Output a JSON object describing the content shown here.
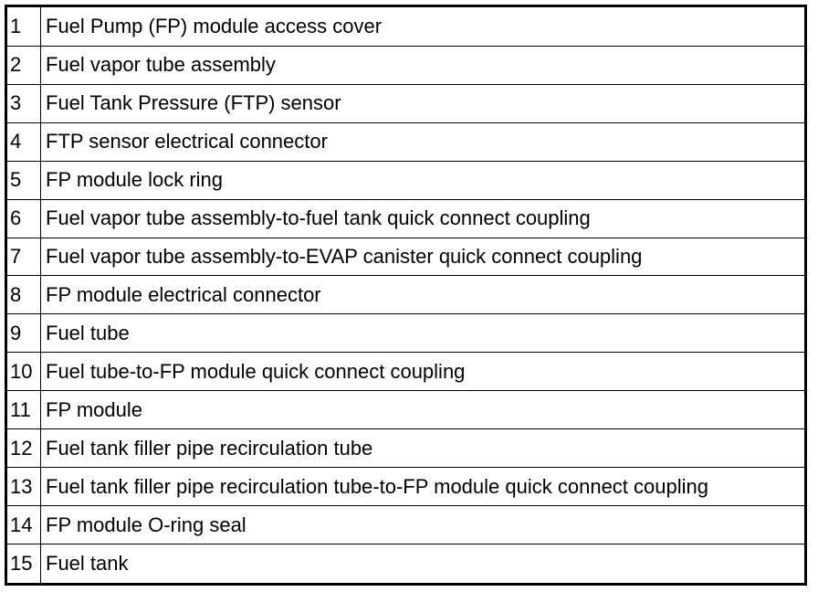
{
  "legend": {
    "rows": [
      {
        "number": "1",
        "description": "Fuel Pump (FP) module access cover"
      },
      {
        "number": "2",
        "description": "Fuel vapor tube assembly"
      },
      {
        "number": "3",
        "description": "Fuel Tank Pressure (FTP) sensor"
      },
      {
        "number": "4",
        "description": "FTP sensor electrical connector"
      },
      {
        "number": "5",
        "description": "FP module lock ring"
      },
      {
        "number": "6",
        "description": "Fuel vapor tube assembly-to-fuel tank quick connect coupling"
      },
      {
        "number": "7",
        "description": "Fuel vapor tube assembly-to-EVAP canister quick connect coupling"
      },
      {
        "number": "8",
        "description": "FP module electrical connector"
      },
      {
        "number": "9",
        "description": "Fuel tube"
      },
      {
        "number": "10",
        "description": "Fuel tube-to-FP module quick connect coupling"
      },
      {
        "number": "11",
        "description": "FP module"
      },
      {
        "number": "12",
        "description": "Fuel tank filler pipe recirculation tube"
      },
      {
        "number": "13",
        "description": "Fuel tank filler pipe recirculation tube-to-FP module quick connect coupling"
      },
      {
        "number": "14",
        "description": "FP module O-ring seal"
      },
      {
        "number": "15",
        "description": "Fuel tank"
      }
    ]
  }
}
